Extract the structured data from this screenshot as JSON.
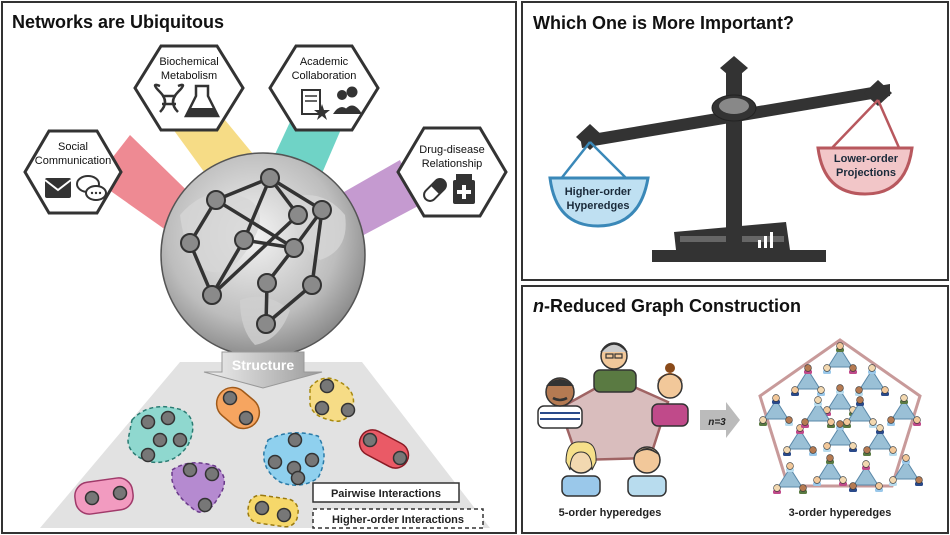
{
  "panel_left": {
    "title": "Networks are Ubiquitous",
    "hexagons": [
      {
        "line1": "Social",
        "line2": "Communication"
      },
      {
        "line1": "Biochemical",
        "line2": "Metabolism"
      },
      {
        "line1": "Academic",
        "line2": "Collaboration"
      },
      {
        "line1": "Drug-disease",
        "line2": "Relationship"
      }
    ],
    "structure_label": "Structure",
    "legend": {
      "pairwise": "Pairwise Interactions",
      "higher": "Higher-order Interactions"
    },
    "colors": {
      "social": "#ee8a93",
      "bio": "#f6dc86",
      "academic": "#6fd3c6",
      "drug": "#c59ad0"
    }
  },
  "panel_top_right": {
    "title": "Which One is More Important?",
    "left_pan": {
      "line1": "Higher-order",
      "line2": "Hyperedges"
    },
    "right_pan": {
      "line1": "Lower-order",
      "line2": "Projections"
    }
  },
  "panel_bottom_right": {
    "title_italic": "n",
    "title_rest": "-Reduced Graph Construction",
    "arrow_label": "n=3",
    "left_caption": "5-order hyperedges",
    "right_caption": "3-order hyperedges"
  }
}
